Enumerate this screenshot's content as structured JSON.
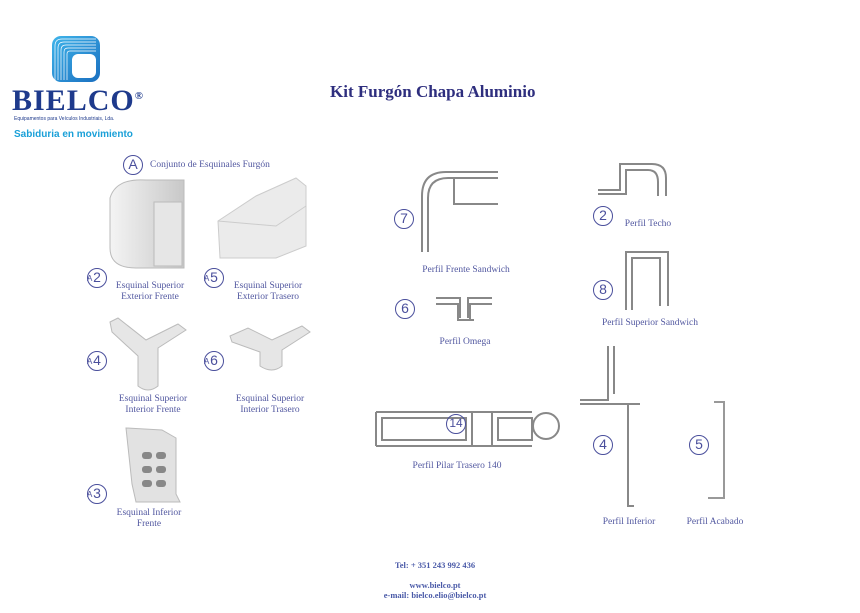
{
  "brand": {
    "name": "BIELCO",
    "registered": "®",
    "subtitle": "Equipamentos para Veículos Industriais, Lda.",
    "slogan": "Sabiduria en movimiento"
  },
  "title": "Kit Furgón Chapa Aluminio",
  "group": {
    "badge": "A",
    "label": "Conjunto de Esquinales Furgón"
  },
  "parts": [
    {
      "badge": "2",
      "prefix": "A",
      "line1": "Esquinal Superior",
      "line2": "Exterior Frente"
    },
    {
      "badge": "5",
      "prefix": "A",
      "line1": "Esquinal Superior",
      "line2": "Exterior Trasero"
    },
    {
      "badge": "4",
      "prefix": "A",
      "line1": "Esquinal Superior",
      "line2": "Interior Frente"
    },
    {
      "badge": "6",
      "prefix": "A",
      "line1": "Esquinal Superior",
      "line2": "Interior Trasero"
    },
    {
      "badge": "3",
      "prefix": "A",
      "line1": "Esquinal Inferior",
      "line2": "Frente"
    }
  ],
  "profiles": [
    {
      "badge": "7",
      "label": "Perfil Frente Sandwich"
    },
    {
      "badge": "2",
      "label": "Perfil Techo"
    },
    {
      "badge": "6",
      "label": "Perfil Omega"
    },
    {
      "badge": "8",
      "label": "Perfil Superior Sandwich"
    },
    {
      "badge": "14",
      "label": "Perfil Pilar Trasero 140"
    },
    {
      "badge": "4",
      "label": "Perfil Inferior"
    },
    {
      "badge": "5",
      "label": "Perfil Acabado"
    }
  ],
  "footer": {
    "tel": "Tel: + 351 243 992 436",
    "web": "www.bielco.pt",
    "email": "e-mail: bielco.elio@bielco.pt"
  }
}
